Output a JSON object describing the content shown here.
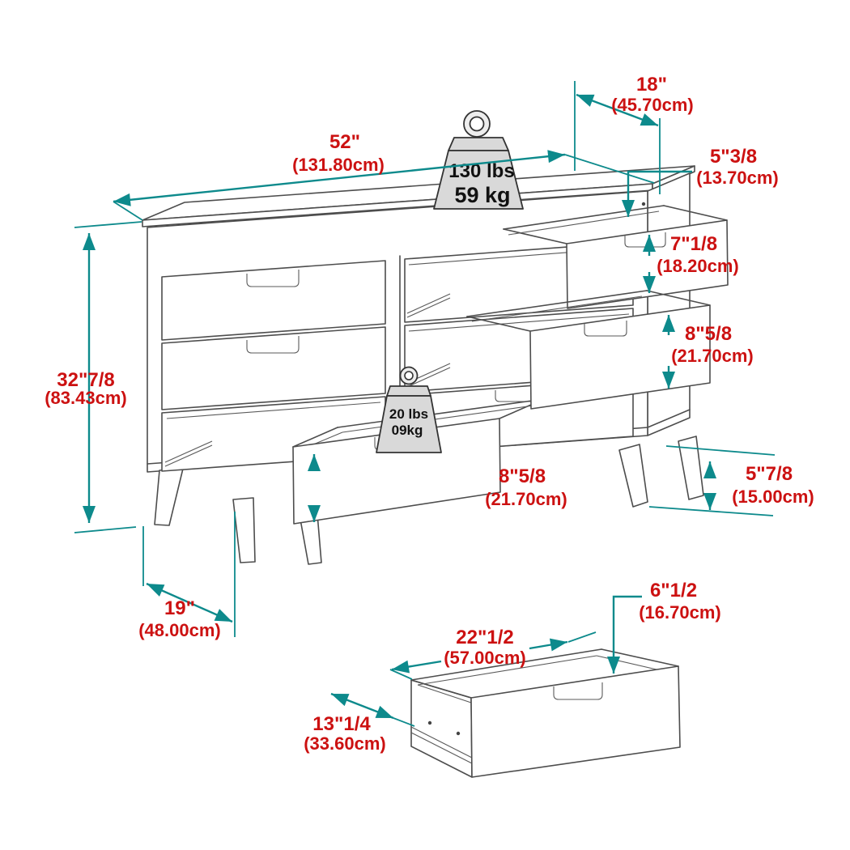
{
  "figure": {
    "type": "furniture-dimension-diagram",
    "subject": "6-drawer dresser with pulled-out drawers and detail drawer view",
    "colors": {
      "dimension_lines": "#0d8a8c",
      "dimension_text": "#cc1111",
      "line_art": "#4d4d4d",
      "weight_fill": "#d9d9d9",
      "background": "#ffffff"
    },
    "weights": {
      "top": {
        "lbs": "130 lbs",
        "kg": "59 kg"
      },
      "drawer": {
        "lbs": "20 lbs",
        "kg": "09kg"
      }
    },
    "dims": {
      "width": {
        "in": "52\"",
        "cm": "(131.80cm)"
      },
      "depth_top": {
        "in": "18\"",
        "cm": "(45.70cm)"
      },
      "top_rail": {
        "in": "5\"3/8",
        "cm": "(13.70cm)"
      },
      "top_drawer_h": {
        "in": "7\"1/8",
        "cm": "(18.20cm)"
      },
      "right_drawer_h": {
        "in": "8\"5/8",
        "cm": "(21.70cm)"
      },
      "overall_height": {
        "in": "32\"7/8",
        "cm": "(83.43cm)"
      },
      "open_drawer_h": {
        "in": "8\"5/8",
        "cm": "(21.70cm)"
      },
      "leg_height": {
        "in": "5\"7/8",
        "cm": "(15.00cm)"
      },
      "base_depth": {
        "in": "19\"",
        "cm": "(48.00cm)"
      },
      "drawer_width": {
        "in": "22\"1/2",
        "cm": "(57.00cm)"
      },
      "drawer_front_h": {
        "in": "6\"1/2",
        "cm": "(16.70cm)"
      },
      "drawer_depth": {
        "in": "13\"1/4",
        "cm": "(33.60cm)"
      }
    }
  }
}
